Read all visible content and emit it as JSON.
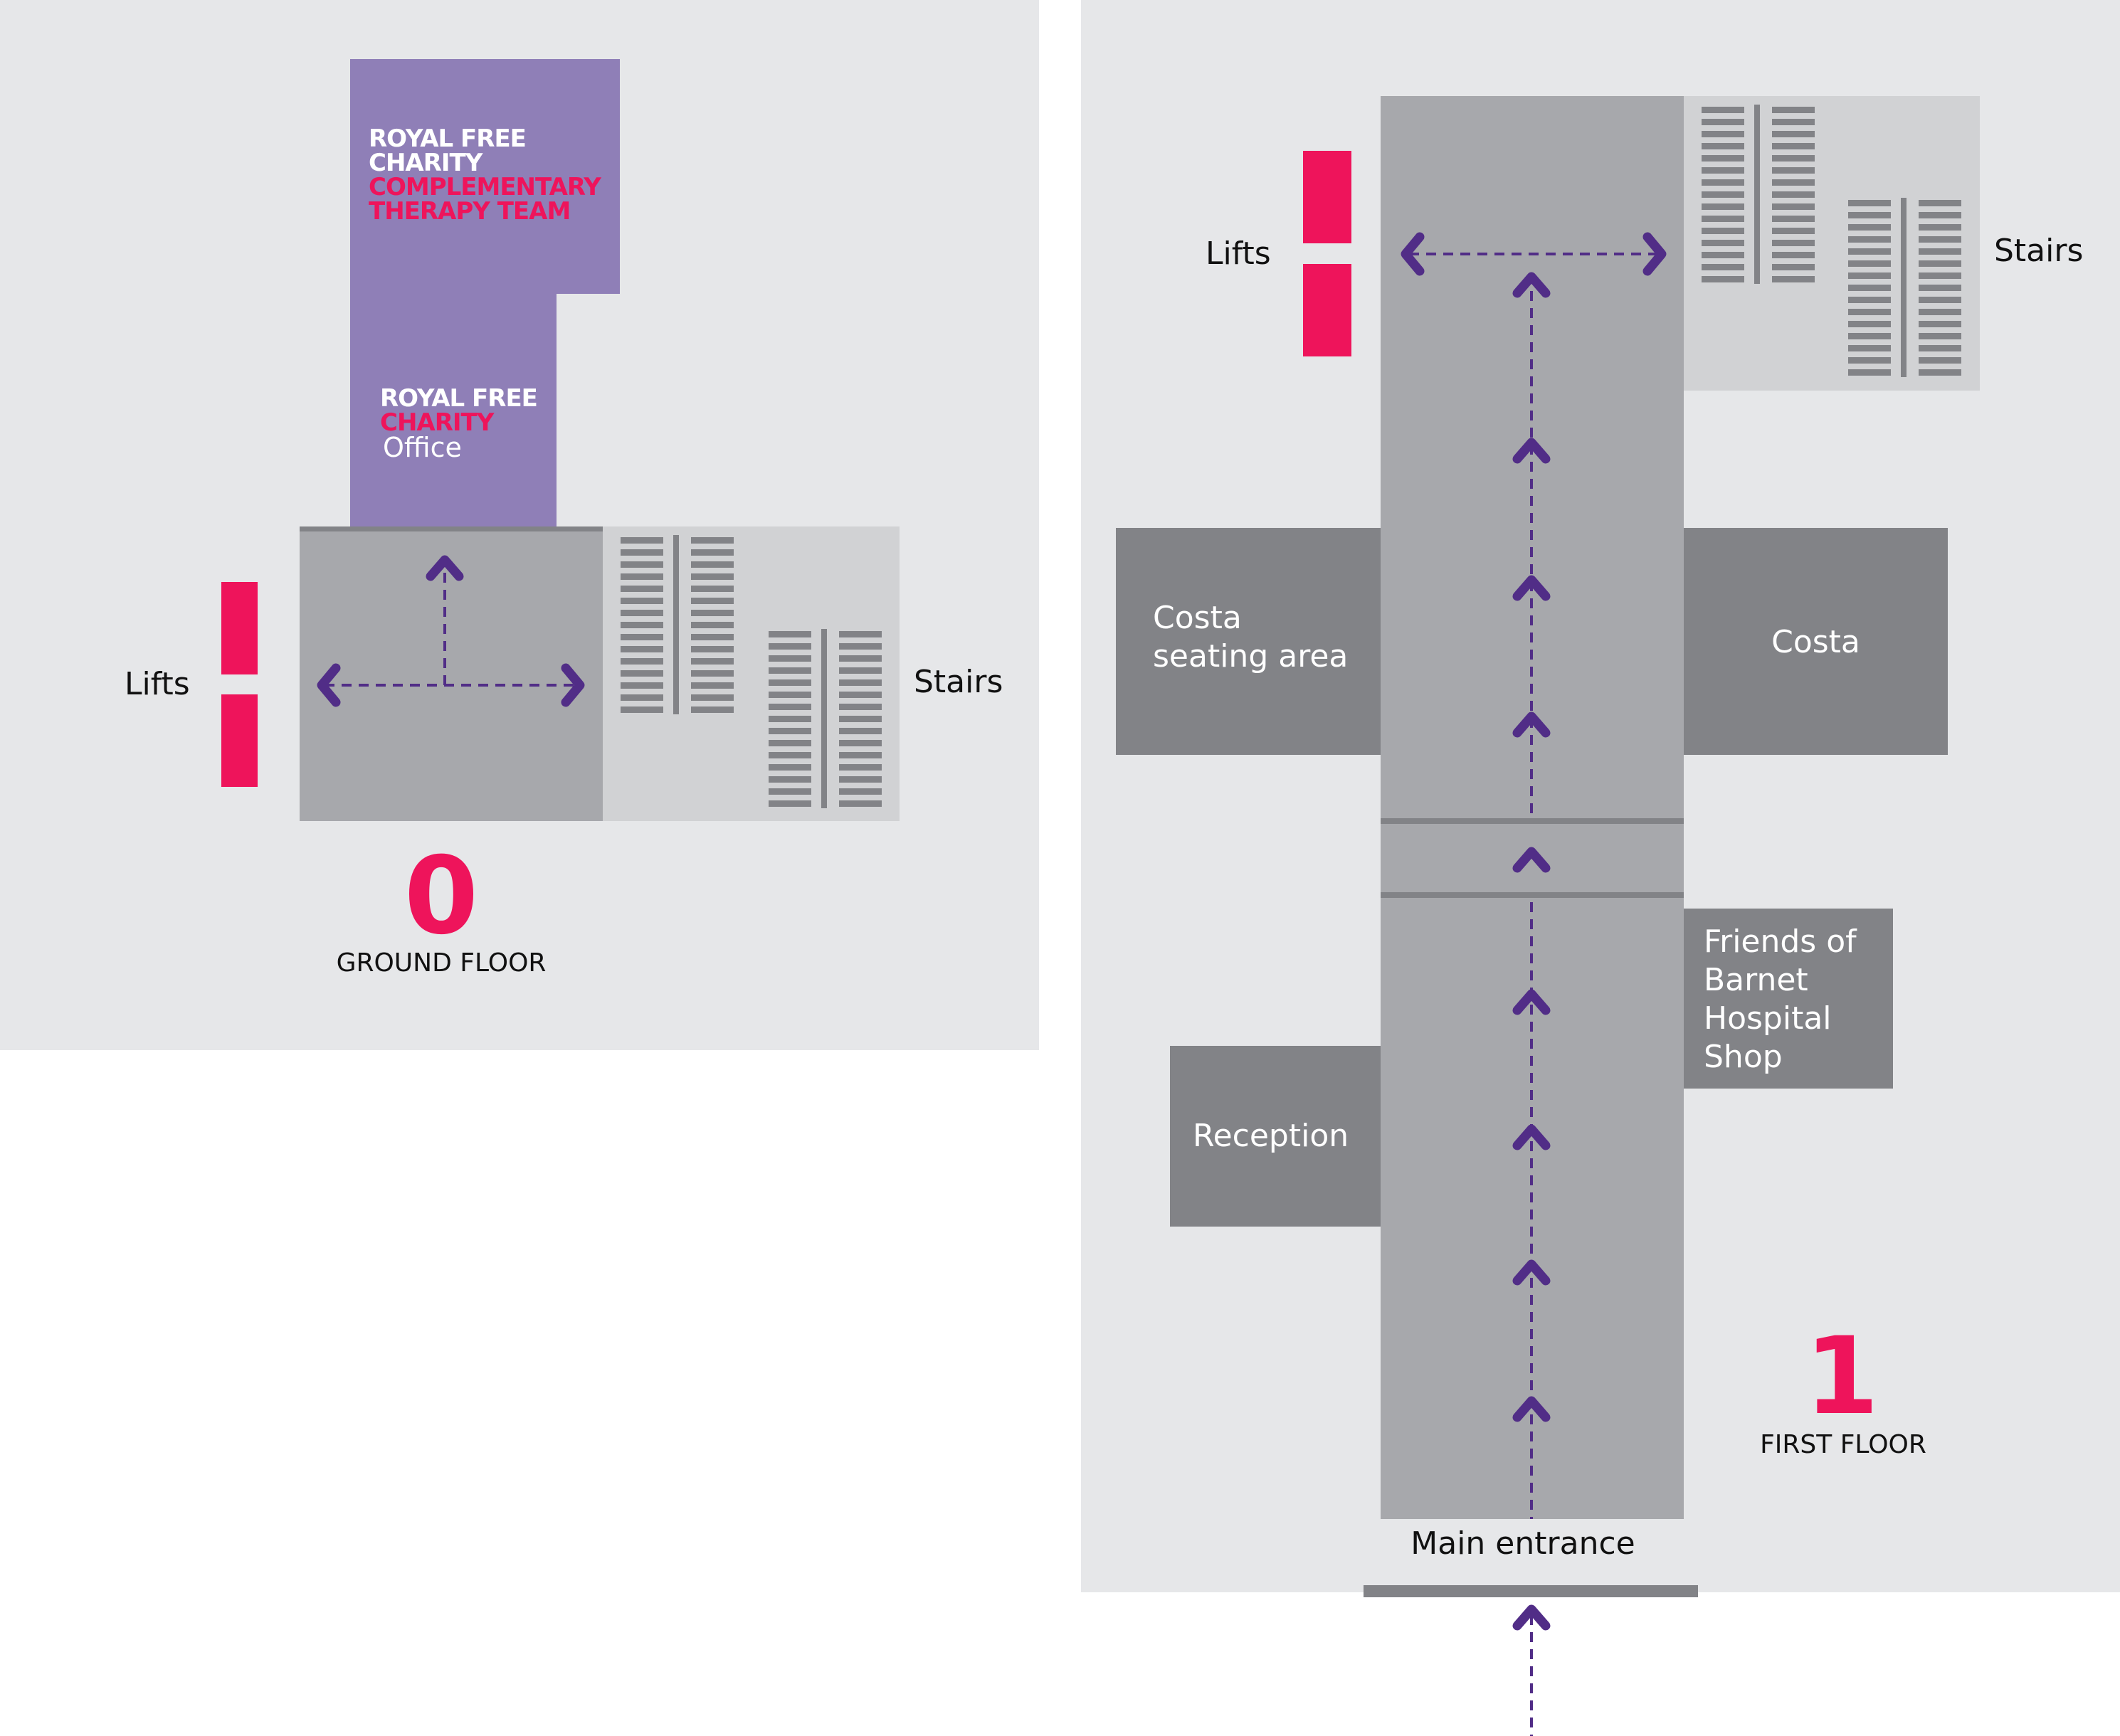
{
  "ground_floor": {
    "floor_number": "0",
    "floor_name": "GROUND FLOOR",
    "labels": {
      "lifts": "Lifts",
      "stairs": "Stairs"
    },
    "complementary_therapy": {
      "line1": "ROYAL FREE",
      "line2": "CHARITY",
      "line3": "COMPLEMENTARY",
      "line4": "THERAPY TEAM"
    },
    "charity_office": {
      "line1": "ROYAL FREE",
      "line2": "CHARITY",
      "line3": "Office"
    }
  },
  "first_floor": {
    "floor_number": "1",
    "floor_name": "FIRST FLOOR",
    "labels": {
      "lifts": "Lifts",
      "stairs": "Stairs",
      "main_entrance": "Main entrance"
    },
    "rooms": {
      "costa_seating": [
        "Costa",
        "seating area"
      ],
      "costa": "Costa",
      "friends_shop": [
        "Friends of",
        "Barnet",
        "Hospital",
        "Shop"
      ],
      "reception": "Reception"
    }
  },
  "colors": {
    "panel": "#e6e7e9",
    "corridor": "#a7a8ac",
    "room": "#828387",
    "stairwell": "#d1d2d4",
    "charity_purple": "#8f7fb7",
    "lift_pink": "#ee145b",
    "route_purple": "#512d87"
  }
}
